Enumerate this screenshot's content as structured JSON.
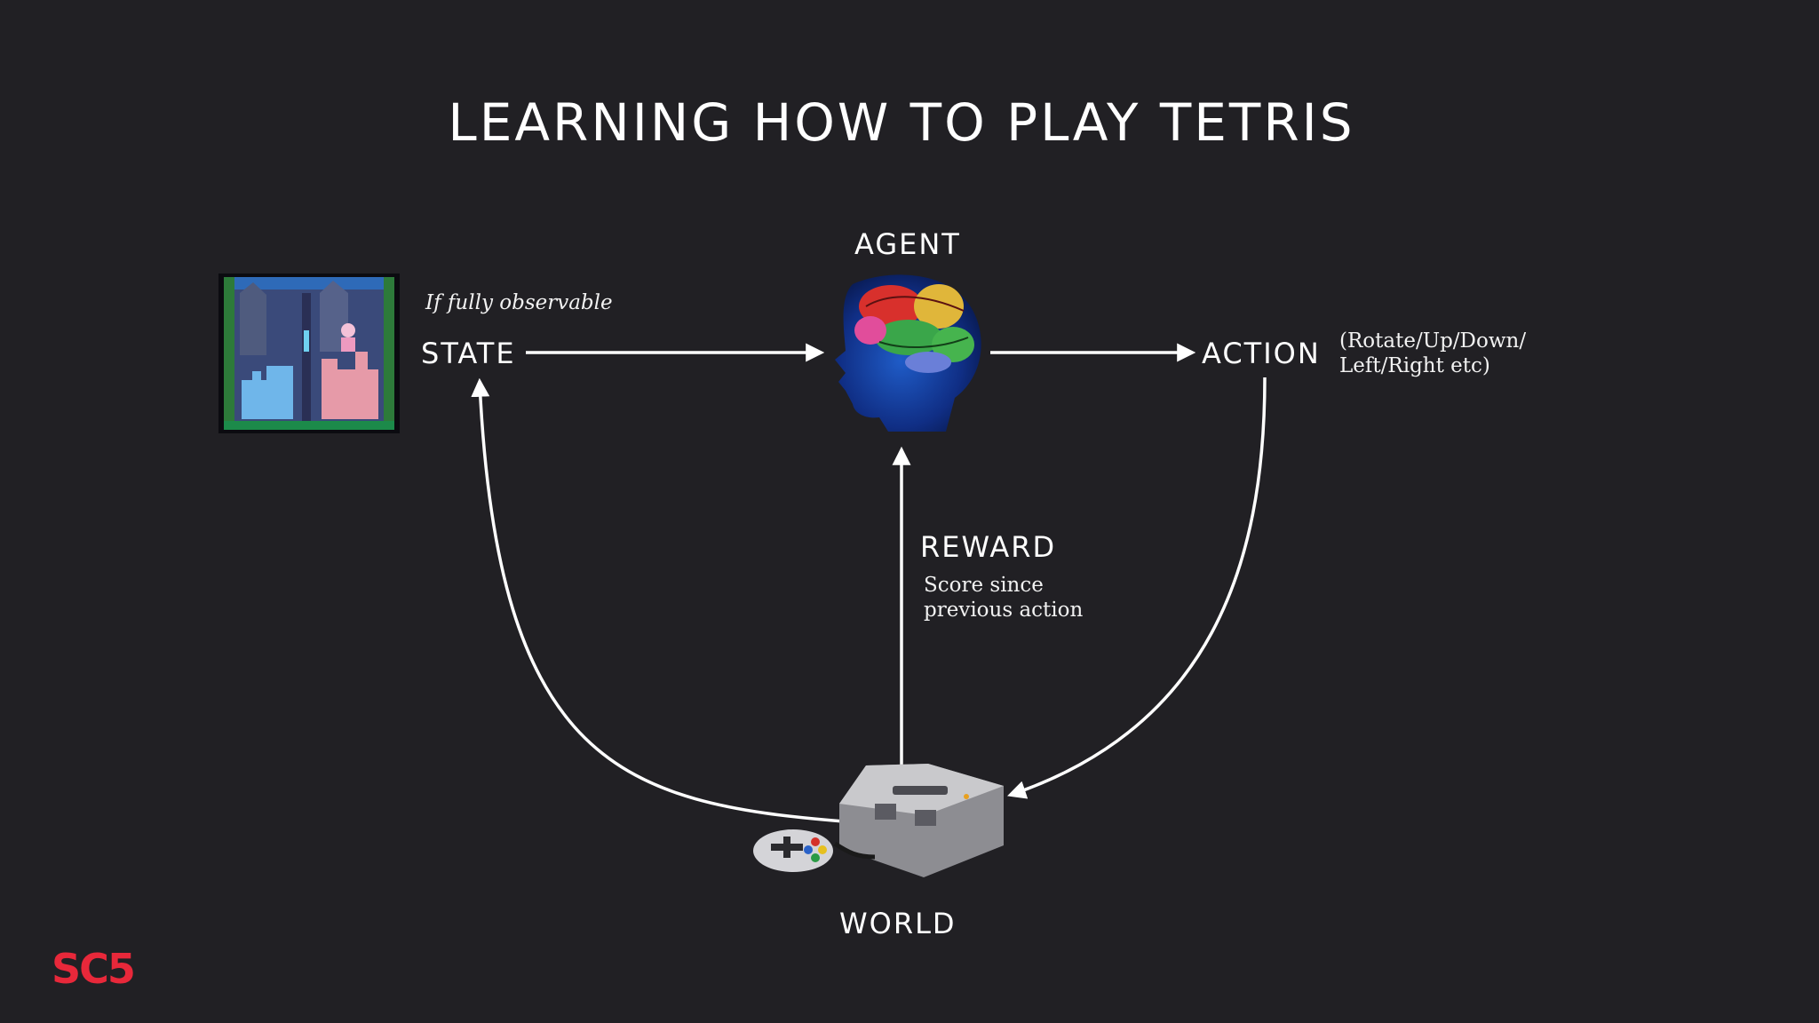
{
  "slide": {
    "title": "LEARNING HOW TO PLAY TETRIS"
  },
  "diagram": {
    "agent": {
      "label": "AGENT"
    },
    "state": {
      "label": "STATE",
      "note": "If fully observable"
    },
    "action": {
      "label": "ACTION",
      "note_line1": "(Rotate/Up/Down/",
      "note_line2": "Left/Right etc)"
    },
    "reward": {
      "label": "REWARD",
      "note_line1": "Score since",
      "note_line2": "previous action"
    },
    "world": {
      "label": "WORLD"
    }
  },
  "brand": {
    "logo": "SC5",
    "accent": "#e8283a"
  },
  "colors": {
    "background": "#212024",
    "foreground": "#ffffff"
  }
}
